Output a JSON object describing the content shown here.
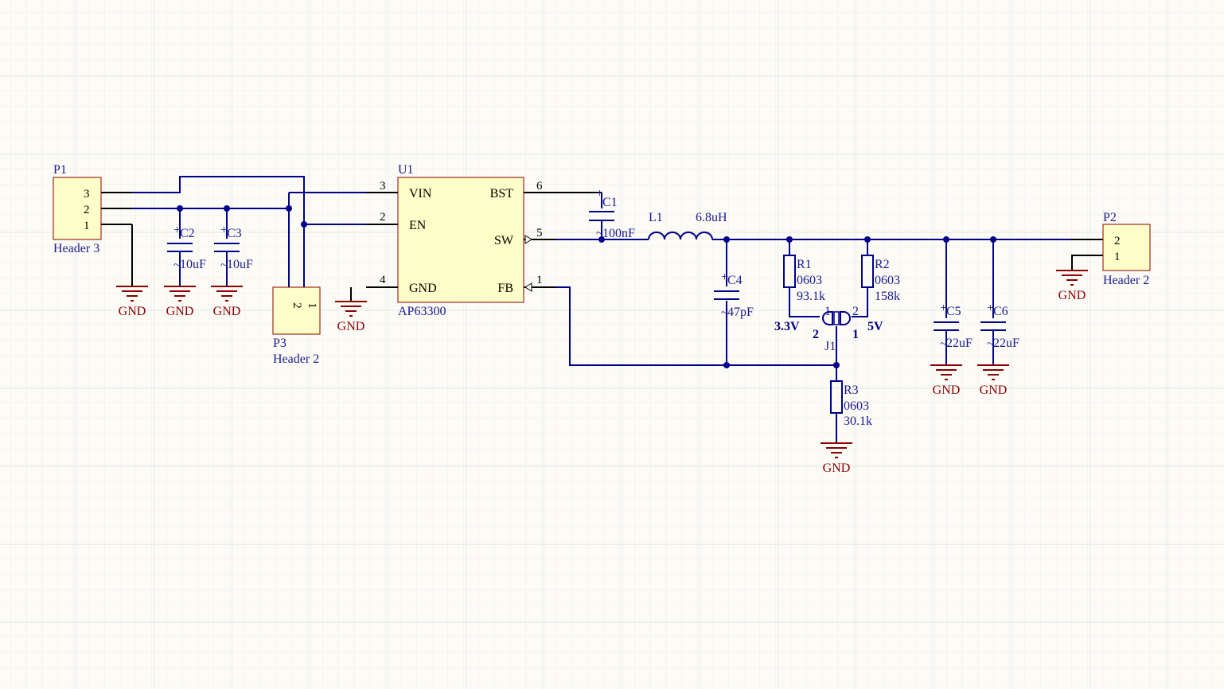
{
  "components": {
    "p1": {
      "ref": "P1",
      "value": "Header 3",
      "pins": [
        "3",
        "2",
        "1"
      ]
    },
    "p2": {
      "ref": "P2",
      "value": "Header 2",
      "pins": [
        "2",
        "1"
      ]
    },
    "p3": {
      "ref": "P3",
      "value": "Header 2",
      "pins": [
        "2",
        "1"
      ]
    },
    "u1": {
      "ref": "U1",
      "value": "AP63300",
      "left_pins": [
        {
          "num": "3",
          "name": "VIN"
        },
        {
          "num": "2",
          "name": "EN"
        },
        {
          "num": "4",
          "name": "GND"
        }
      ],
      "right_pins": [
        {
          "num": "6",
          "name": "BST"
        },
        {
          "num": "5",
          "name": "SW"
        },
        {
          "num": "1",
          "name": "FB"
        }
      ]
    },
    "c1": {
      "ref": "C1",
      "value": "100nF"
    },
    "c2": {
      "ref": "C2",
      "value": "10uF"
    },
    "c3": {
      "ref": "C3",
      "value": "10uF"
    },
    "c4": {
      "ref": "C4",
      "value": "47pF"
    },
    "c5": {
      "ref": "C5",
      "value": "22uF"
    },
    "c6": {
      "ref": "C6",
      "value": "22uF"
    },
    "l1": {
      "ref": "L1",
      "value": "6.8uH"
    },
    "r1": {
      "ref": "R1",
      "package": "0603",
      "value": "93.1k"
    },
    "r2": {
      "ref": "R2",
      "package": "0603",
      "value": "158k"
    },
    "r3": {
      "ref": "R3",
      "package": "0603",
      "value": "30.1k"
    },
    "j1": {
      "ref": "J1",
      "pin_left": "2",
      "pin_right": "1",
      "label_left": "3.3V",
      "label_right": "5V",
      "small_pin_left": "1",
      "small_pin_right": "2"
    }
  },
  "ground_label": "GND",
  "cap_marks": {
    "plus": "+",
    "tilde": "~"
  },
  "colors": {
    "background": "#fcfbf6",
    "wire": "#00008b",
    "component_fill": "#fefec8",
    "ground": "#8b0000",
    "grid": "#e6e6e6"
  }
}
